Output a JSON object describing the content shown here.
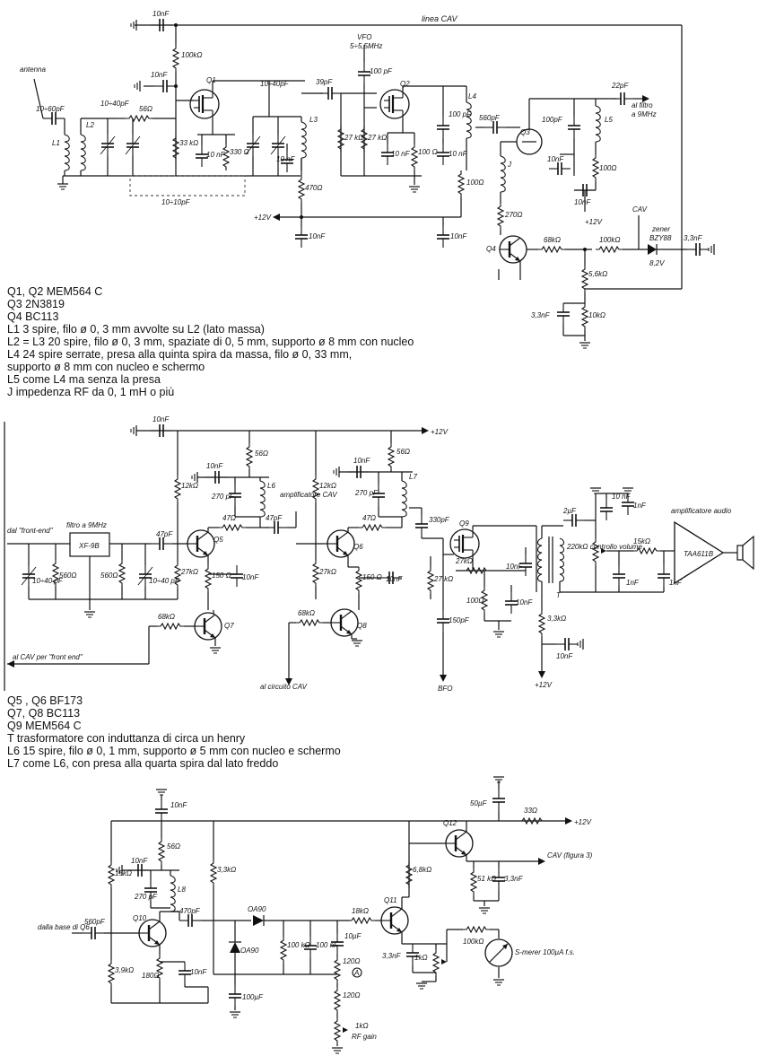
{
  "schematic1": {
    "labels": {
      "antenna": "antenna",
      "linea_cav": "linea CAV",
      "vfo_title": "VFO",
      "vfo_freq": "5÷5,5MHz",
      "al_filtro": "al filtro",
      "a_9mhz": "a 9MHz",
      "cav": "CAV",
      "zener_title": "zener",
      "zener_type": "BZY88",
      "zener_v": "8,2V",
      "plus12_a": "+12V",
      "plus12_b": "+12V",
      "trimmer_link": "10÷10pF",
      "L1": "L1",
      "L2": "L2",
      "L3": "L3",
      "L4": "L4",
      "L5": "L5",
      "J": "J",
      "Q1": "Q1",
      "Q2": "Q2",
      "Q3": "Q3",
      "Q4": "Q4"
    },
    "components": {
      "c_10nf_top": "10nF",
      "c_10nf_b": "10nF",
      "r_100k": "100kΩ",
      "c_ant": "10÷60pF",
      "c_10_40_a": "10÷40pF",
      "r_56": "56Ω",
      "r_33k": "33 kΩ",
      "c_10nf_c": "10 nF",
      "r_330": "330 Ω",
      "c_10_40_b": "10÷40pF",
      "c_10nf_d": "10 nF",
      "r_470": "470Ω",
      "c_10nf_e": "10nF",
      "c_39pf": "39pF",
      "c_100pf_vfo": "100 pF",
      "r_27k_a": "27 kΩ",
      "r_27k_b": "27 kΩ",
      "r_100_q2": "100 Ω",
      "c_10nf_f": "10 nF",
      "c_100pf_l4": "100 pF",
      "c_10nf_g": "10 nF",
      "r_100_l4": "100Ω",
      "c_10nf_h": "10nF",
      "c_560pf": "560pF",
      "c_22pf": "22pF",
      "c_100pf_l5": "100pF",
      "c_10nf_i": "10nF",
      "r_100_q3": "100Ω",
      "c_10nf_j": "10nF",
      "r_270": "270Ω",
      "r_68k": "68kΩ",
      "r_100k_cav": "100kΩ",
      "c_3_3nf_out": "3,3nF",
      "r_5_6k": "5,6kΩ",
      "c_3_3nf": "3,3nF",
      "r_10k": "10kΩ"
    },
    "notes": [
      "Q1, Q2 MEM564 C",
      "Q3 2N3819",
      "Q4 BC113",
      "L1 3 spire, filo ø 0, 3 mm avvolte su L2 (lato massa)",
      "L2 = L3 20 spire, filo ø 0, 3 mm, spaziate di 0, 5 mm, supporto ø 8 mm con nucleo",
      "L4 24 spire serrate, presa alla quinta spira da massa, filo ø 0, 33 mm,",
      "supporto ø 8 mm con nucleo e schermo",
      "L5 come L4 ma senza la presa",
      "J impedenza RF da 0, 1 mH o più"
    ]
  },
  "schematic2": {
    "labels": {
      "dal_front_end": "dal \"front-end\"",
      "filtro": "filtro a 9MHz",
      "xf9b": "XF-9B",
      "plus12": "+12V",
      "amp_cav": "amplificatore CAV",
      "al_cav_front": "al CAV per \"front end\"",
      "al_circuito_cav": "al circuito CAV",
      "bfo": "BFO",
      "plus12_b": "+12V",
      "controllo_volume": "220kΩ controllo volume",
      "amp_audio": "amplificatore audio",
      "taa": "TAA611B",
      "T": "T",
      "Q5": "Q5",
      "Q6": "Q6",
      "Q7": "Q7",
      "Q8": "Q8",
      "Q9": "Q9",
      "L6": "L6",
      "L7": "L7"
    },
    "components": {
      "c_10nf_top": "10nF",
      "c_10_40_a": "10÷40 pF",
      "r_560_a": "560Ω",
      "r_560_b": "560Ω",
      "c_47pf_a": "47pF",
      "c_10_40_b": "10÷40 pF",
      "r_12k_a": "12kΩ",
      "r_27k_a": "27kΩ",
      "r_56_a": "56Ω",
      "c_10nf_a": "10nF",
      "c_270pf_a": "270 pF",
      "r_47_a": "47Ω",
      "c_47pf_b": "47pF",
      "r_150_a": "150 Ω",
      "c_10nf_b": "10nF",
      "r_68k_a": "68kΩ",
      "r_12k_b": "12kΩ",
      "r_27k_b": "27kΩ",
      "r_56_b": "56Ω",
      "c_10nf_c": "10nF",
      "c_270pf_b": "270 pF",
      "r_47_b": "47Ω",
      "c_330pf": "330pF",
      "r_150_b": "150 Ω",
      "c_10nf_d": "10nF",
      "r_68k_b": "68kΩ",
      "r_27k_c": "27 kΩ",
      "c_150pf": "150pF",
      "r_27k_d": "27kΩ",
      "r_100": "100Ω",
      "c_10nf_e": "10nF",
      "c_10nf_f": "10nF",
      "r_3_3k": "3,3kΩ",
      "c_10nf_g": "10nF",
      "c_2uf": "2µF",
      "c_10nf_h": "10 nF",
      "c_1nf_a": "1nF",
      "r_15k": "15kΩ",
      "c_1nf_b": "1nF",
      "c_1nf_c": "1nF"
    },
    "notes": [
      "Q5 , Q6 BF173",
      "Q7, Q8 BC113",
      "Q9 MEM564 C",
      "T trasformatore con induttanza di circa un henry",
      "L6 15 spire, filo ø 0, 1 mm, supporto ø 5 mm con nucleo e schermo",
      "L7 come L6, con presa alla quarta spira dal lato freddo"
    ]
  },
  "schematic3": {
    "labels": {
      "dalla_base": "dalla base di Q6",
      "plus12": "+12V",
      "cav_fig": "CAV (figura 3)",
      "s_meter": "S-merer 100µA f.s.",
      "rf_gain": "RF gain",
      "A": "A",
      "Q10": "Q10",
      "Q11": "Q11",
      "Q12": "Q12",
      "L8": "L8",
      "oa90_a": "OA90",
      "oa90_b": "OA90"
    },
    "components": {
      "c_10nf_top": "10nF",
      "r_56": "56Ω",
      "c_10nf_a": "10nF",
      "c_270pf": "270 pF",
      "r_15k": "15kΩ",
      "c_560pf": "560pF",
      "r_3_9k": "3,9kΩ",
      "r_180": "180Ω",
      "c_10nf_b": "10nF",
      "c_470pf": "470pF",
      "r_3_3k": "3,3kΩ",
      "c_100uf": "100µF",
      "r_100k": "100 kΩ",
      "c_100nf": "100 nF",
      "r_18k": "18kΩ",
      "c_10uf": "10µF",
      "r_120_a": "120Ω",
      "r_120_b": "120Ω",
      "r_1k_rf": "1kΩ",
      "c_50uf": "50µF",
      "r_33": "33Ω",
      "r_6_8k": "6,8kΩ",
      "r_51k": "51 kΩ",
      "c_3_3nf_a": "3,3nF",
      "c_3_3nf_b": "3,3nF",
      "r_1k": "1kΩ",
      "r_100k_m": "100kΩ"
    }
  }
}
